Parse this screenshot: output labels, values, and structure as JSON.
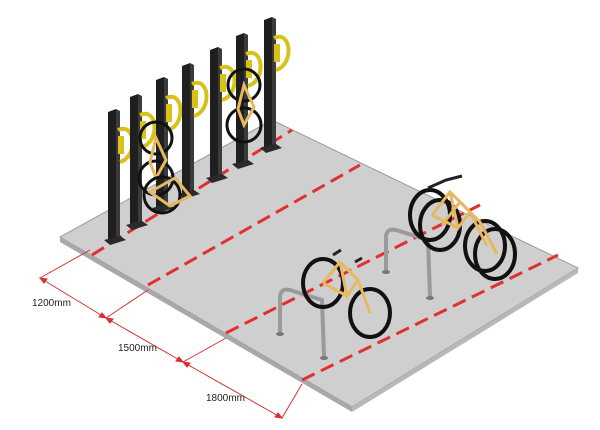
{
  "dimensions": {
    "d1": "1200mm",
    "d2": "1500mm",
    "d3": "1800mm"
  },
  "colors": {
    "floor": "#cfcfcf",
    "floor_edge": "#9a9a9a",
    "red_line": "#e03030",
    "post": "#1f1f1f",
    "bracket": "#d8c21a",
    "frame": "#e8b860",
    "tyre": "#111111",
    "steel": "#9a9a9a",
    "dim_line": "#d83030"
  }
}
